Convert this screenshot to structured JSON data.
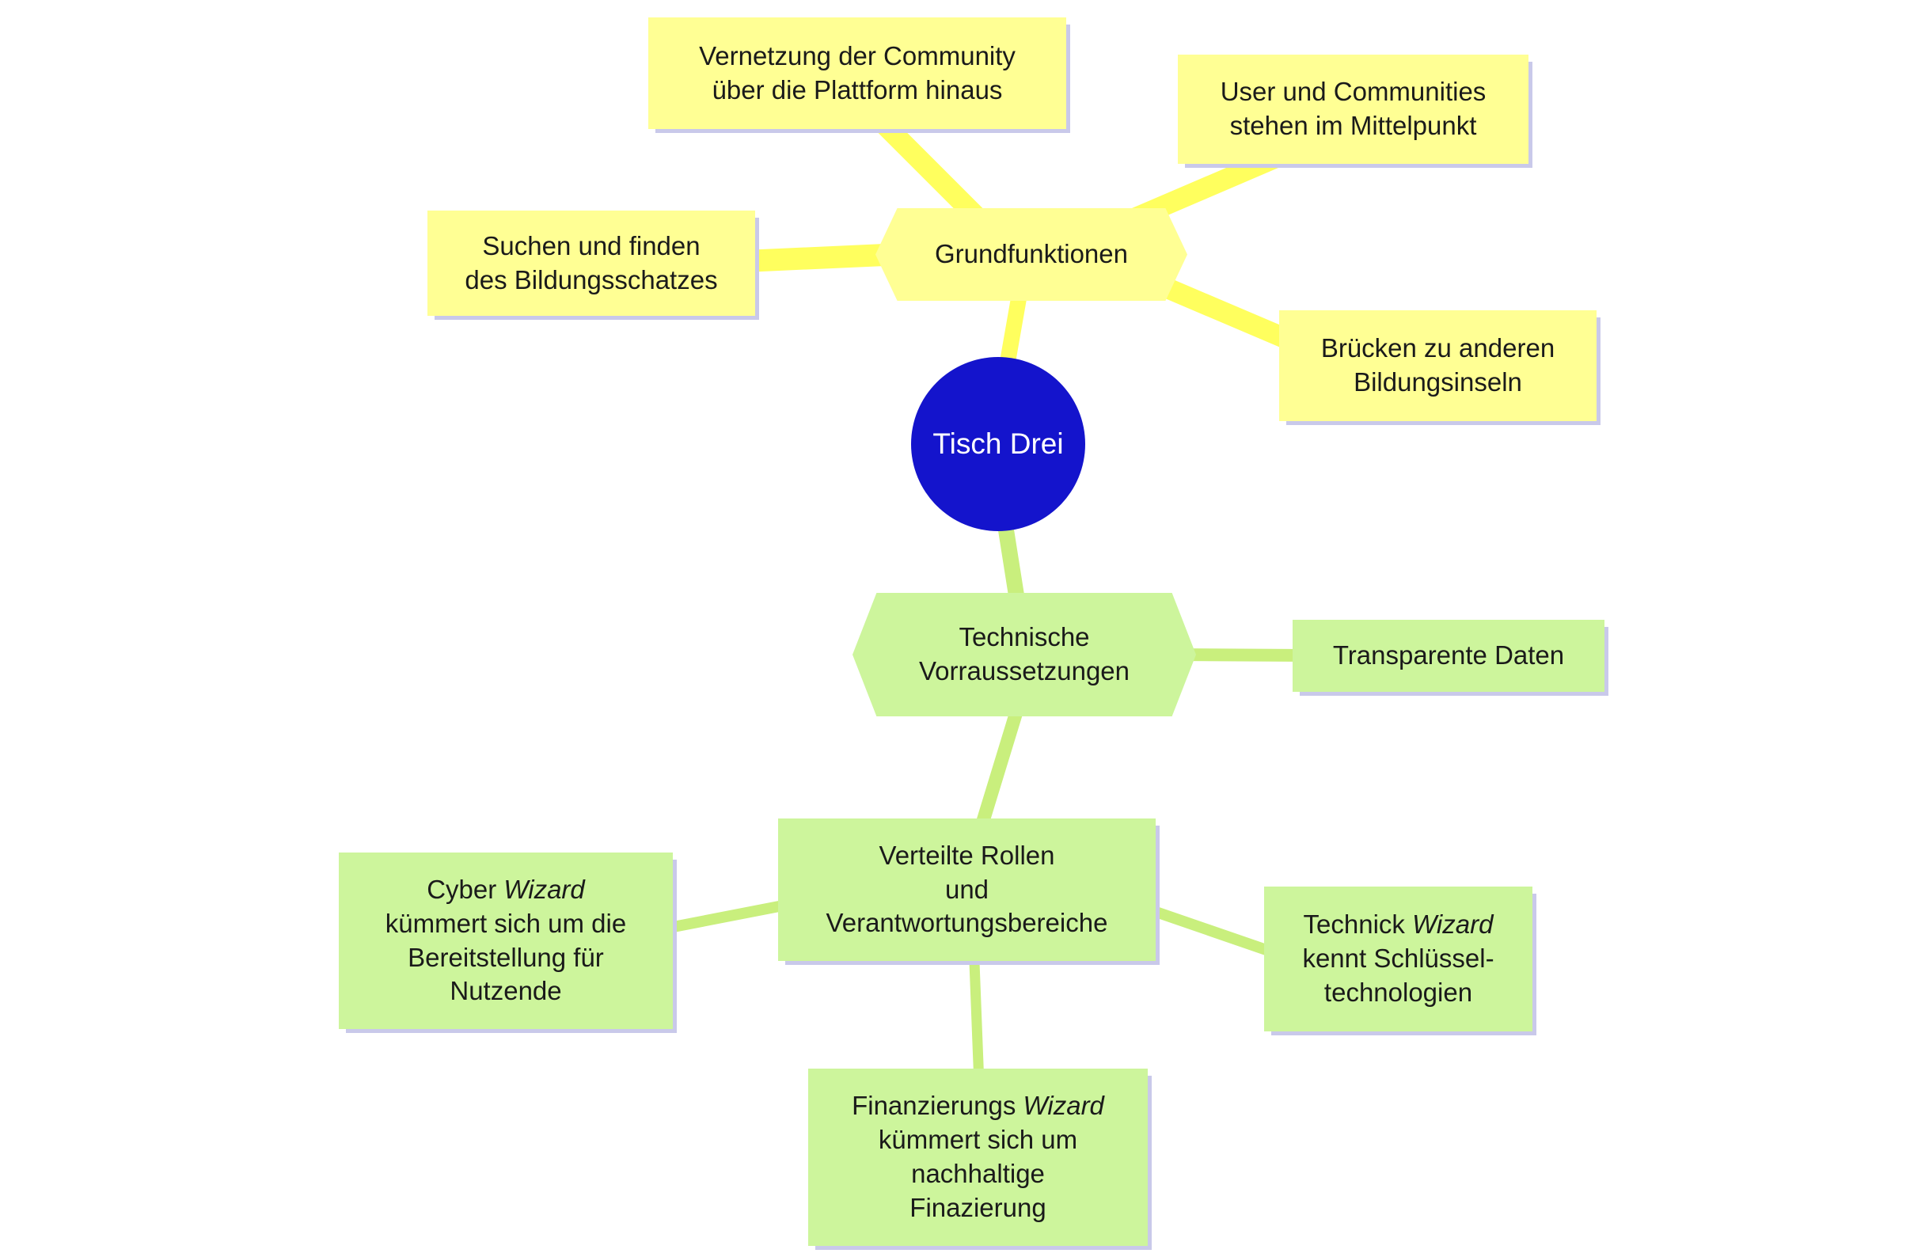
{
  "colors": {
    "yellow-node": "#ffff94",
    "yellow-line": "#ffff5e",
    "green-node": "#cdf59c",
    "green-line": "#c9ef7d",
    "root-blue": "#1414cc",
    "root-text": "#ffffff",
    "shadow": "#c9c9ea",
    "text": "#1a1a1a"
  },
  "root": {
    "label": "Tisch Drei"
  },
  "nodes": {
    "grundfunktionen": {
      "label": "Grundfunktionen"
    },
    "vernetzung": {
      "label": "Vernetzung der Community\nüber die Plattform hinaus"
    },
    "user": {
      "label": "User und Communities\nstehen im Mittelpunkt"
    },
    "suchen": {
      "label": "Suchen und finden\ndes Bildungsschatzes"
    },
    "bruecken": {
      "label": "Brücken zu anderen\nBildungsinseln"
    },
    "technische": {
      "label": "Technische\nVorraussetzungen"
    },
    "transparente": {
      "label": "Transparente Daten"
    },
    "verteilte": {
      "label": "Verteilte Rollen\nund\nVerantwortungsbereiche"
    },
    "cyber": {
      "pre": "Cyber",
      "em": "Wizard",
      "post": "\nkümmert sich um die\nBereitstellung für\nNutzende"
    },
    "technick": {
      "pre": "Technick",
      "em": "Wizard",
      "post": "\nkennt Schlüssel-\ntechnologien"
    },
    "finanzierungs": {
      "pre": "Finanzierungs",
      "em": "Wizard",
      "post": "\nkümmert sich um\nnachhaltige\nFinazierung"
    }
  }
}
